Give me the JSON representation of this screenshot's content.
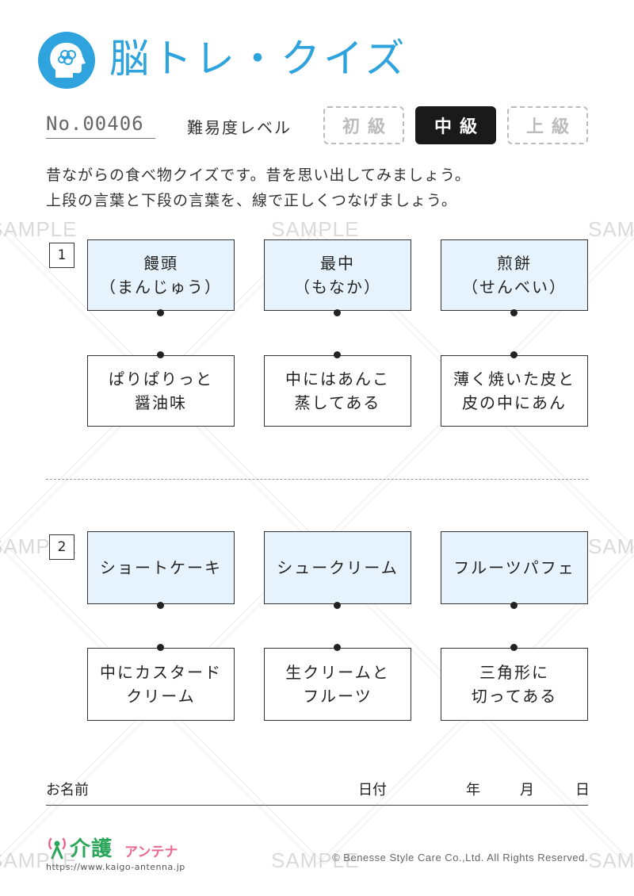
{
  "header": {
    "title": "脳トレ・クイズ",
    "quiz_number": "No.00406",
    "difficulty_label": "難易度レベル",
    "levels": [
      {
        "label": "初級",
        "active": false
      },
      {
        "label": "中級",
        "active": true
      },
      {
        "label": "上級",
        "active": false
      }
    ]
  },
  "instructions": [
    "昔ながらの食べ物クイズです。昔を思い出してみましょう。",
    "上段の言葉と下段の言葉を、線で正しくつなげましょう。"
  ],
  "questions": [
    {
      "number": "1",
      "top": [
        {
          "line1": "饅頭",
          "line2": "（まんじゅう）"
        },
        {
          "line1": "最中",
          "line2": "（もなか）"
        },
        {
          "line1": "煎餅",
          "line2": "（せんべい）"
        }
      ],
      "bottom": [
        {
          "line1": "ぱりぱりっと",
          "line2": "醤油味"
        },
        {
          "line1": "中にはあんこ",
          "line2": "蒸してある"
        },
        {
          "line1": "薄く焼いた皮と",
          "line2": "皮の中にあん"
        }
      ]
    },
    {
      "number": "2",
      "top": [
        {
          "line1": "ショートケーキ",
          "line2": ""
        },
        {
          "line1": "シュークリーム",
          "line2": ""
        },
        {
          "line1": "フルーツパフェ",
          "line2": ""
        }
      ],
      "bottom": [
        {
          "line1": "中にカスタード",
          "line2": "クリーム"
        },
        {
          "line1": "生クリームと",
          "line2": "フルーツ"
        },
        {
          "line1": "三角形に",
          "line2": "切ってある"
        }
      ]
    }
  ],
  "name_row": {
    "name_label": "お名前",
    "date_label": "日付",
    "year": "年",
    "month": "月",
    "day": "日"
  },
  "footer": {
    "brand": "介護",
    "brand_sub": "アンテナ",
    "url": "https://www.kaigo-antenna.jp",
    "copyright": "© Benesse Style Care Co.,Ltd. All Rights Reserved."
  },
  "watermark": "SAMPLE",
  "colors": {
    "accent": "#2ea3dd",
    "top_box_fill": "#e6f3fc",
    "brand_green": "#2aa65a",
    "brand_pink": "#e86a8e"
  },
  "icons": [
    "head-brain-icon",
    "person-signal-icon"
  ]
}
